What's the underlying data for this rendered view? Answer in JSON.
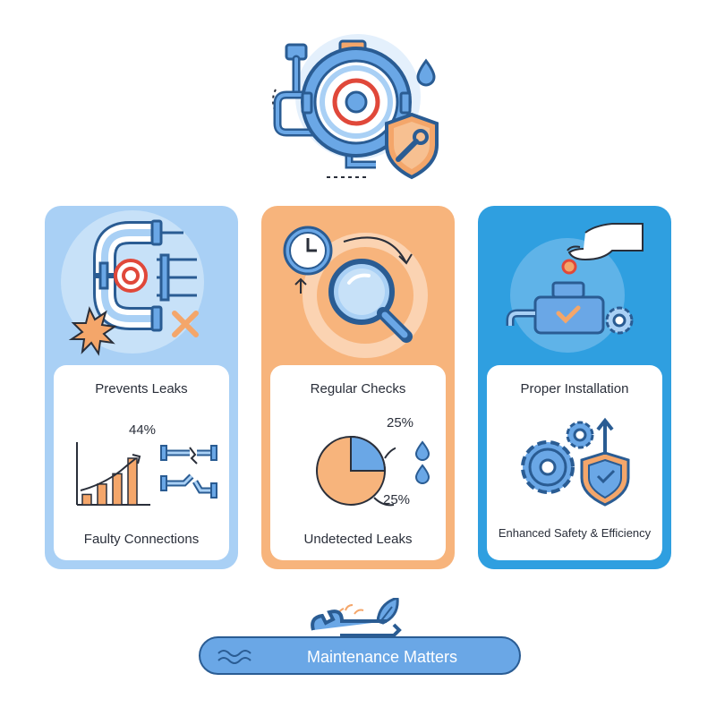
{
  "banner": {
    "label": "Maintenance Matters"
  },
  "panels": [
    {
      "title": "Prevents Leaks",
      "stat": "44%",
      "footer": "Faulty Connections",
      "trend_values": [
        1,
        2,
        3,
        4.5
      ],
      "color": "#a9d0f5"
    },
    {
      "title": "Regular Checks",
      "footer": "Undetected Leaks",
      "pie_slice_label": "25%",
      "pie_rest_label": "25%",
      "pie_slice_fraction": 0.25,
      "color": "#f7b47c"
    },
    {
      "title": "Proper Installation",
      "footer": "Enhanced Safety & Efficiency",
      "color": "#2f9fe0"
    }
  ],
  "colors": {
    "accent_blue": "#4a8fd8",
    "accent_orange": "#f4a66a",
    "outline": "#2a5c93",
    "alert_red": "#e0483a"
  },
  "icons": {
    "hero": "pressure-valve-shield-wrench-icon",
    "panel1": "leaking-pipe-icon",
    "panel2": "clock-magnifier-icon",
    "panel3": "hand-installing-valve-icon",
    "banner": "wrench-leaf-icon"
  }
}
